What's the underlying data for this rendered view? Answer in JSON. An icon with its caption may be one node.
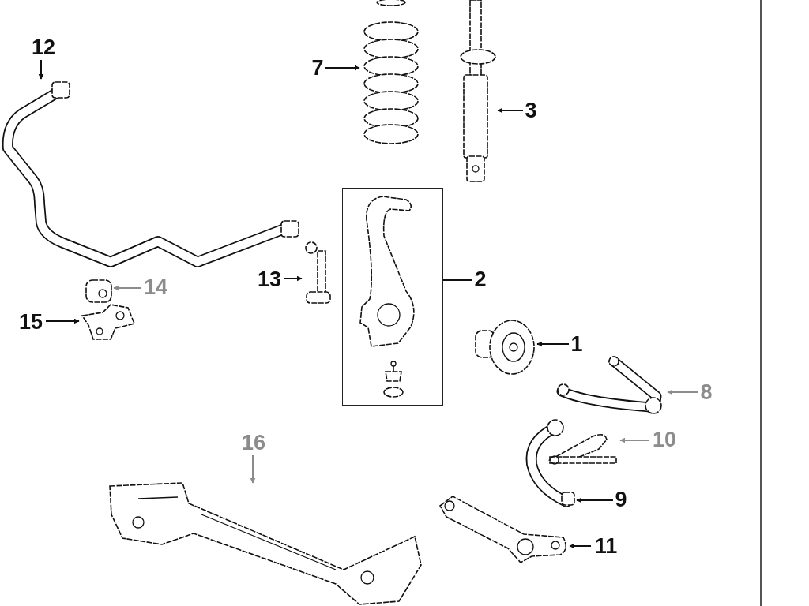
{
  "diagram": {
    "nodes": [
      {
        "text": [
          "12"
        ]
      },
      {
        "text": [],
        "shape": "picture"
      },
      {
        "text": [
          "7"
        ]
      },
      {
        "text": [],
        "shape": "picture"
      },
      {
        "text": [
          "3"
        ]
      },
      {
        "text": [],
        "shape": "picture"
      },
      {
        "text": [
          "13"
        ]
      },
      {
        "text": [],
        "shape": "picture"
      },
      {
        "text": [
          "14"
        ]
      },
      {
        "text": [],
        "shape": "picture"
      },
      {
        "text": [
          "2"
        ]
      },
      {
        "text": [],
        "shape": "box"
      },
      {
        "text": [
          "15"
        ]
      },
      {
        "text": [],
        "shape": "picture"
      },
      {
        "text": [
          "1"
        ]
      },
      {
        "text": [],
        "shape": "picture"
      },
      {
        "text": [
          "8"
        ]
      },
      {
        "text": [],
        "shape": "picture"
      },
      {
        "text": [
          "10"
        ]
      },
      {
        "text": [],
        "shape": "picture"
      },
      {
        "text": [
          "16"
        ]
      },
      {
        "text": [],
        "shape": "picture"
      },
      {
        "text": [
          "9"
        ]
      },
      {
        "text": [],
        "shape": "picture"
      },
      {
        "text": [
          "11"
        ]
      },
      {
        "text": [],
        "shape": "picture"
      }
    ],
    "edges": [
      {
        "from": 0,
        "to": 1,
        "arrow": "to"
      },
      {
        "from": 2,
        "to": 3,
        "arrow": "to"
      },
      {
        "from": 4,
        "to": 5,
        "arrow": "to"
      },
      {
        "from": 6,
        "to": 7,
        "arrow": "to"
      },
      {
        "from": 8,
        "to": 9,
        "arrow": "to",
        "color": "#8c8c8c"
      },
      {
        "from": 10,
        "to": 11,
        "arrow": "none"
      },
      {
        "from": 12,
        "to": 13,
        "arrow": "to"
      },
      {
        "from": 14,
        "to": 15,
        "arrow": "to"
      },
      {
        "from": 16,
        "to": 17,
        "arrow": "to",
        "color": "#8c8c8c"
      },
      {
        "from": 18,
        "to": 19,
        "arrow": "to",
        "color": "#8c8c8c"
      },
      {
        "from": 20,
        "to": 21,
        "arrow": "to",
        "color": "#8c8c8c"
      },
      {
        "from": 22,
        "to": 23,
        "arrow": "to"
      },
      {
        "from": 24,
        "to": 25,
        "arrow": "to"
      }
    ]
  }
}
